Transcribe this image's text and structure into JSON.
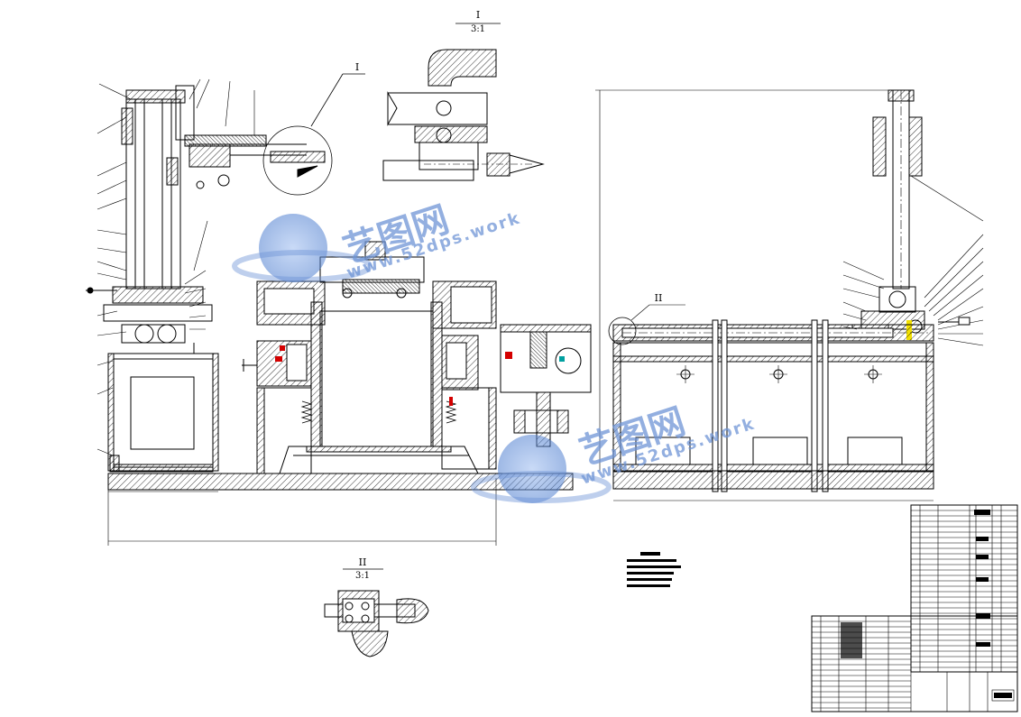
{
  "view_labels": {
    "detail_one_roman": "I",
    "detail_one_scale": "3:1",
    "detail_two_roman": "II",
    "detail_two_scale": "3:1",
    "callout_one": "I",
    "callout_two": "II"
  },
  "watermark": {
    "cn_text": "艺图网",
    "url_text": "www.52dps.work",
    "color": "#6f95d6"
  },
  "colors": {
    "line": "#000000",
    "hatch": "#000000",
    "accent_red": "#d40000",
    "accent_yellow": "#f2e000",
    "accent_cyan": "#00a0a0"
  }
}
